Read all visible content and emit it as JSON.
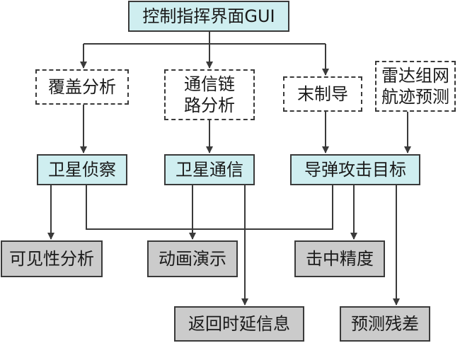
{
  "nodes": {
    "gui": "控制指挥界面GUI",
    "coverage": "覆盖分析",
    "comm_link": "通信链\n路分析",
    "terminal_guidance": "末制导",
    "radar": "雷达组网\n航迹预测",
    "sat_recon": "卫星侦察",
    "sat_comm": "卫星通信",
    "missile_attack": "导弹攻击目标",
    "visibility": "可见性分析",
    "animation": "动画演示",
    "hit_accuracy": "击中精度",
    "delay_info": "返回时延信息",
    "pred_residual": "预测残差"
  },
  "colors": {
    "line": "#3a3a3a",
    "cyan_fill": "#cfeef0",
    "gray_fill": "#cbcbcb"
  }
}
